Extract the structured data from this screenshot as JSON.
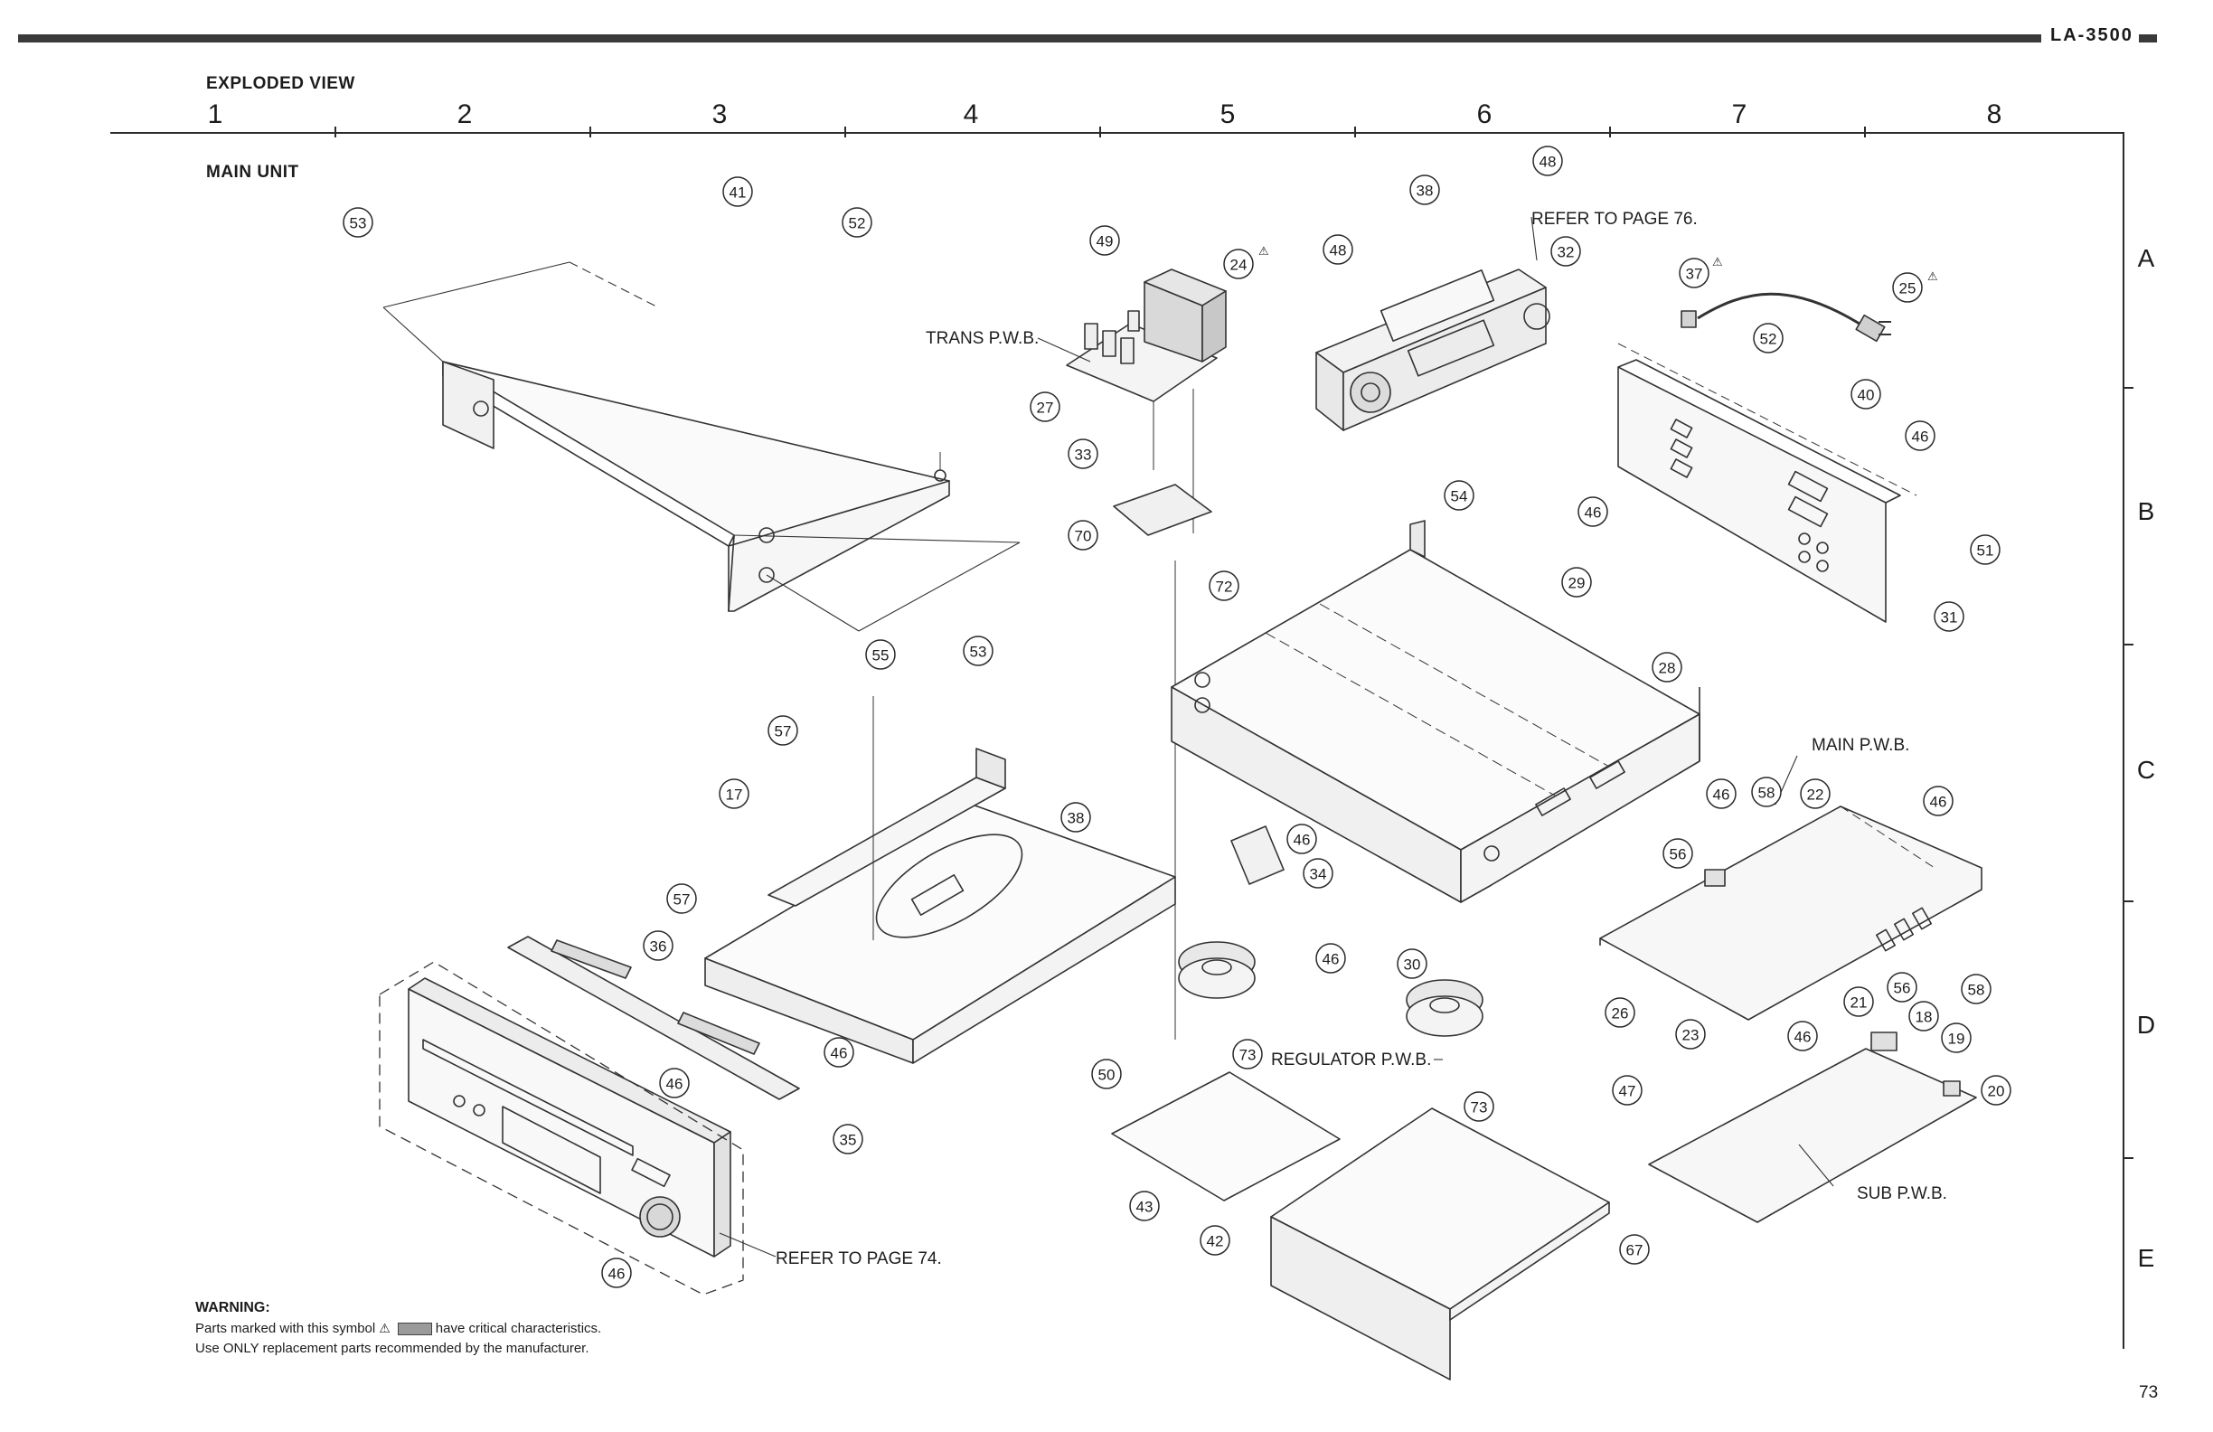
{
  "header": {
    "model": "LA-3500"
  },
  "title": "EXPLODED VIEW",
  "subtitle": "MAIN UNIT",
  "grid": {
    "columns": [
      "1",
      "2",
      "3",
      "4",
      "5",
      "6",
      "7",
      "8"
    ],
    "rows": [
      "A",
      "B",
      "C",
      "D",
      "E"
    ]
  },
  "labels": {
    "refer_76": "REFER TO PAGE 76.",
    "refer_74": "REFER TO PAGE 74.",
    "trans_pwb": "TRANS P.W.B.",
    "main_pwb": "MAIN P.W.B.",
    "regulator_pwb": "REGULATOR P.W.B.",
    "sub_pwb": "SUB P.W.B."
  },
  "callouts": [
    "53",
    "41",
    "52",
    "49",
    "24",
    "27",
    "33",
    "70",
    "72",
    "55",
    "57",
    "17",
    "38",
    "36",
    "46",
    "35",
    "50",
    "48",
    "32",
    "54",
    "37",
    "25",
    "40",
    "51",
    "31",
    "29",
    "28",
    "58",
    "22",
    "56",
    "34",
    "30",
    "73",
    "26",
    "23",
    "21",
    "18",
    "19",
    "20",
    "47",
    "43",
    "42",
    "67"
  ],
  "warning": {
    "title": "WARNING:",
    "line1_pre": "Parts marked with this symbol",
    "line1_post": "have critical characteristics.",
    "line2": "Use ONLY replacement parts recommended by the manufacturer."
  },
  "page_number": "73"
}
